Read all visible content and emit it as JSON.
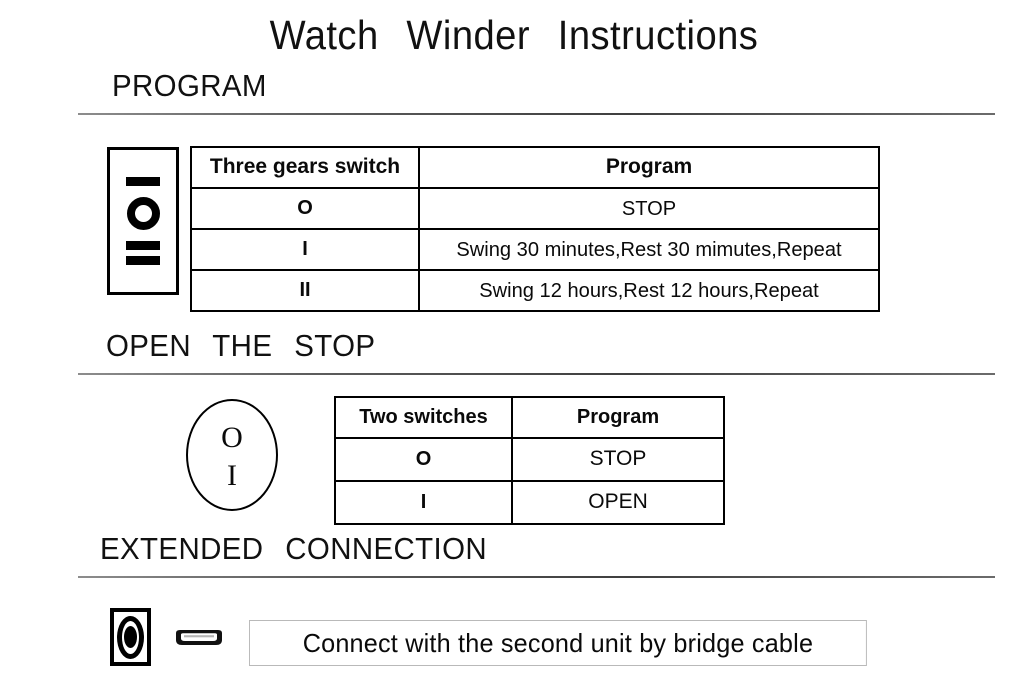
{
  "document": {
    "title": "Watch  Winder  Instructions"
  },
  "sections": [
    {
      "heading": "PROGRAM",
      "switch_icon": {
        "name": "three-position-rocker-switch",
        "positions": [
          "I",
          "O",
          "II"
        ]
      },
      "table": {
        "headers": [
          "Three gears switch",
          "Program"
        ],
        "rows": [
          {
            "position": "O",
            "program": "STOP"
          },
          {
            "position": "I",
            "program": "Swing 30 minutes,Rest 30 mimutes,Repeat"
          },
          {
            "position": "II",
            "program": "Swing 12 hours,Rest 12 hours,Repeat"
          }
        ]
      }
    },
    {
      "heading": "OPEN  THE  STOP",
      "switch_icon": {
        "name": "oval-two-position-switch",
        "top_label": "O",
        "bottom_label": "I"
      },
      "table": {
        "headers": [
          "Two switches",
          "Program"
        ],
        "rows": [
          {
            "position": "O",
            "program": "STOP"
          },
          {
            "position": "I",
            "program": "OPEN"
          }
        ]
      }
    },
    {
      "heading": "EXTENDED  CONNECTION",
      "connectors": [
        {
          "name": "dc-power-jack"
        },
        {
          "name": "micro-usb-plug"
        }
      ],
      "caption": "Connect with the second unit by bridge cable"
    }
  ],
  "colors": {
    "ink": "#000000",
    "paper": "#ffffff",
    "rule": "#5d5d5d"
  }
}
